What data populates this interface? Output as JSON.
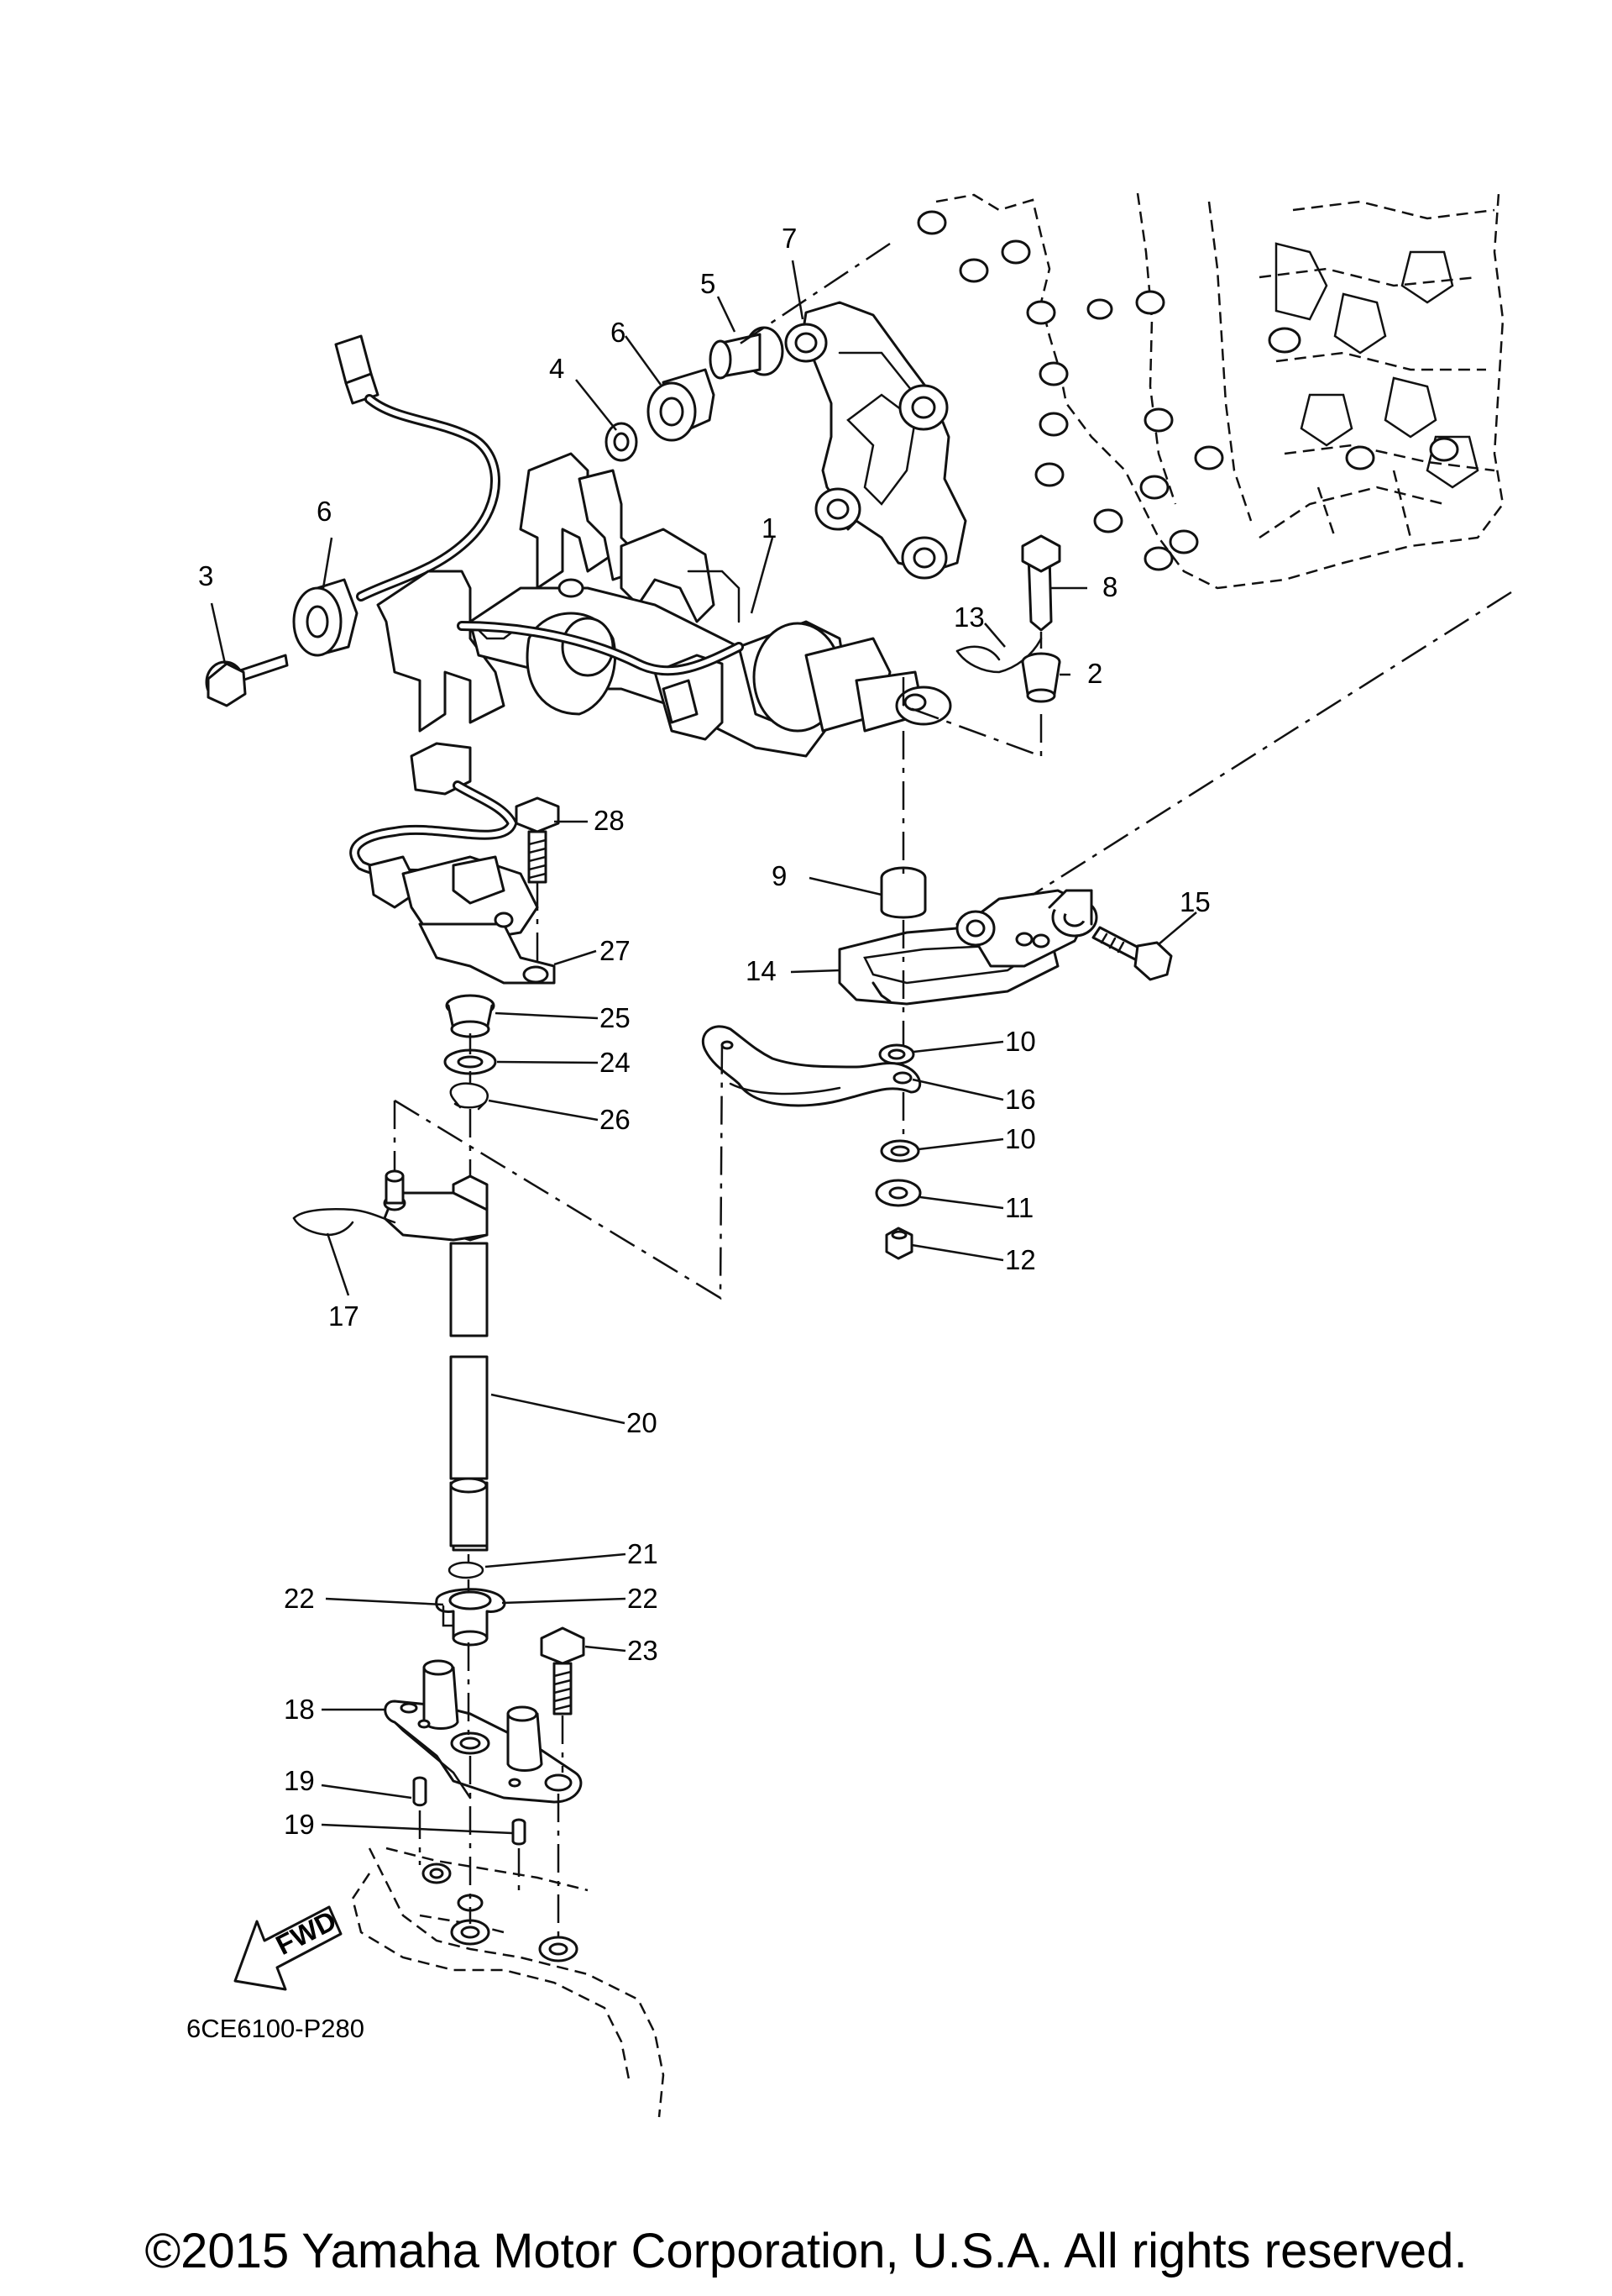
{
  "diagram": {
    "part_labels": [
      "1",
      "2",
      "3",
      "4",
      "5",
      "6",
      "6",
      "7",
      "8",
      "9",
      "10",
      "10",
      "11",
      "12",
      "13",
      "14",
      "15",
      "16",
      "17",
      "18",
      "19",
      "19",
      "20",
      "21",
      "22",
      "22",
      "23",
      "24",
      "25",
      "26",
      "27",
      "28"
    ],
    "direction_arrow": "FWD",
    "diagram_code": "6CE6100-P280"
  },
  "footer": {
    "copyright": "©2015 Yamaha Motor Corporation, U.S.A. All rights reserved."
  }
}
